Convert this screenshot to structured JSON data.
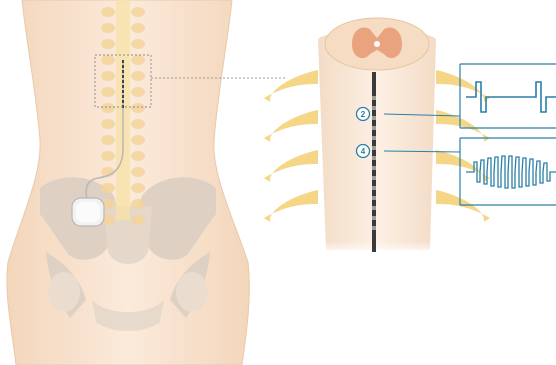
{
  "electrodes": [
    {
      "label": "2",
      "waveform": "biphasic-pulse"
    },
    {
      "label": "4",
      "waveform": "high-frequency-burst"
    }
  ],
  "colors": {
    "skin": "#f6dfc7",
    "skin_shadow": "#e8c7a6",
    "pelvis": "#d9cbbd",
    "spine": "#f1c27e",
    "nerve": "#f3d27a",
    "gray_matter": "#e6a583",
    "lead": "#333333",
    "waveform": "#2a7fa8",
    "dashed_box": "#8a8a8a"
  },
  "icons": [
    "implanted-pulse-generator-icon",
    "spinal-cord-cross-section-icon"
  ]
}
